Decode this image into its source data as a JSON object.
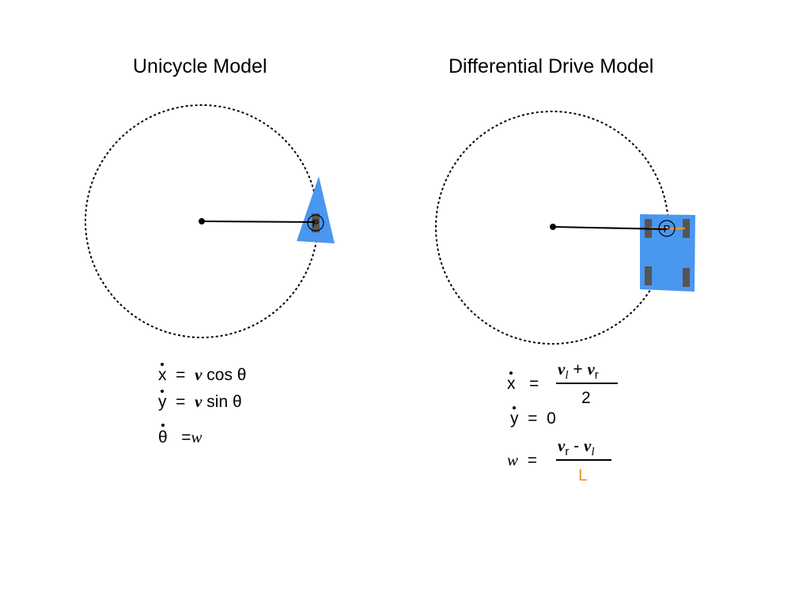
{
  "titles": {
    "left": "Unicycle Model",
    "right": "Differential Drive Model"
  },
  "point_label": "P",
  "colors": {
    "robot_body": "#4a97ef",
    "wheel": "#555555",
    "axle": "#e7972d",
    "wheelbase_label": "#e7972d"
  },
  "unicycle_equations": {
    "x": {
      "lhs": "x",
      "eq": "=",
      "v": "v",
      "rest": " cos θ"
    },
    "y": {
      "lhs": "y",
      "eq": "=",
      "v": "v",
      "rest": " sin θ"
    },
    "theta": {
      "lhs": "θ",
      "eq": "=",
      "rhs": "w"
    }
  },
  "diff_drive_equations": {
    "x": {
      "lhs": "x",
      "eq": "=",
      "num_v1": "v",
      "num_sub1": "l",
      "num_plus": " + ",
      "num_v2": "v",
      "num_sub2": "r",
      "den": "2"
    },
    "y": {
      "lhs": "y",
      "eq": "=",
      "rhs": "0"
    },
    "w": {
      "lhs": "w",
      "eq": "=",
      "num_v1": "v",
      "num_sub1": "r",
      "num_minus": " - ",
      "num_v2": "v",
      "num_sub2": "l",
      "den": "L"
    }
  }
}
